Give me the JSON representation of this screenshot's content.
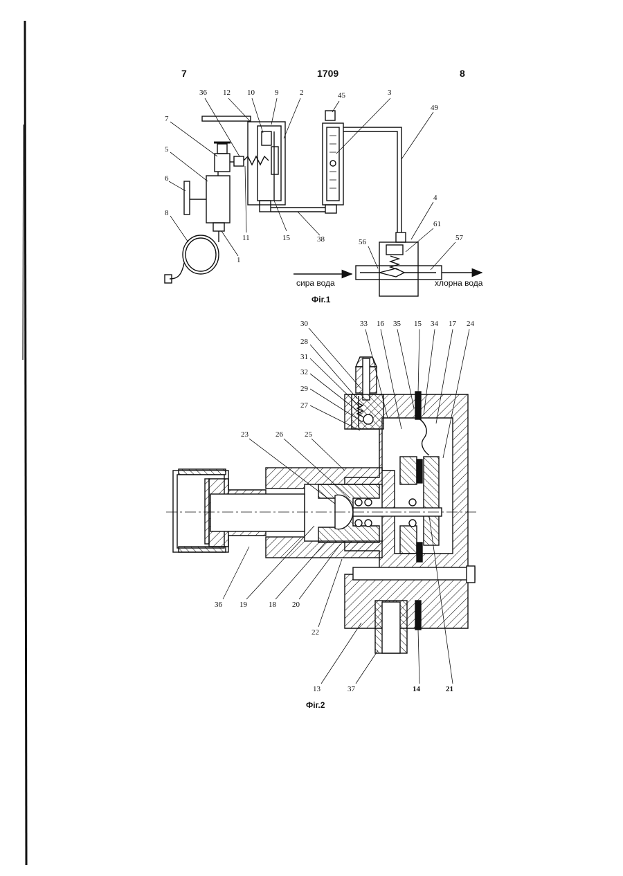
{
  "header": {
    "left_page": "7",
    "center_number": "1709",
    "right_page": "8"
  },
  "figure1": {
    "caption": "Фіг.1",
    "inlet_label": "сира вода",
    "outlet_label": "хлорна вода",
    "callouts": [
      "36",
      "12",
      "10",
      "9",
      "2",
      "45",
      "3",
      "49",
      "7",
      "5",
      "6",
      "8",
      "11",
      "15",
      "38",
      "1",
      "4",
      "61",
      "56",
      "57"
    ]
  },
  "figure2": {
    "caption": "Фіг.2",
    "callouts": [
      "30",
      "33",
      "16",
      "35",
      "15",
      "34",
      "17",
      "24",
      "28",
      "31",
      "32",
      "29",
      "27",
      "23",
      "26",
      "25",
      "36",
      "19",
      "18",
      "20",
      "22",
      "13",
      "37",
      "14",
      "21"
    ]
  }
}
